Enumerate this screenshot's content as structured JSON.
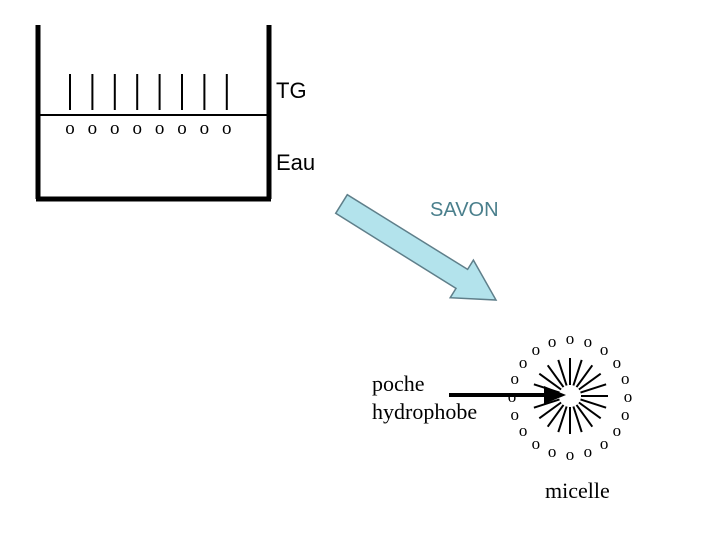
{
  "labels": {
    "tg": "TG",
    "eau": "Eau",
    "savon": "SAVON",
    "poche_line1": "poche",
    "poche_line2": "hydrophobe",
    "micelle": "micelle"
  },
  "head_glyph": "o",
  "beaker": {
    "molecule_count": 8
  },
  "micelle": {
    "molecule_count": 20
  },
  "colors": {
    "line": "#000000",
    "savon_text": "#4a7f8c",
    "arrow_fill": "#b3e3ec",
    "arrow_stroke": "#5f7f8a"
  }
}
